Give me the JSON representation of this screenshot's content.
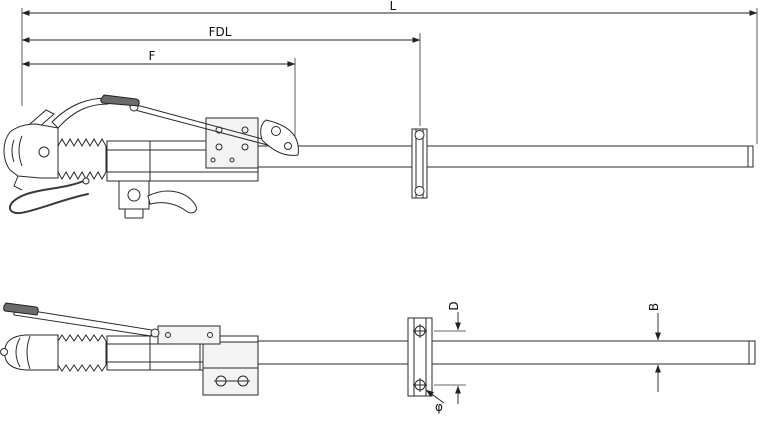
{
  "drawing": {
    "dimensions": {
      "L": "L",
      "FDL": "FDL",
      "F": "F",
      "D": "D",
      "B": "B",
      "phi": "φ"
    }
  }
}
